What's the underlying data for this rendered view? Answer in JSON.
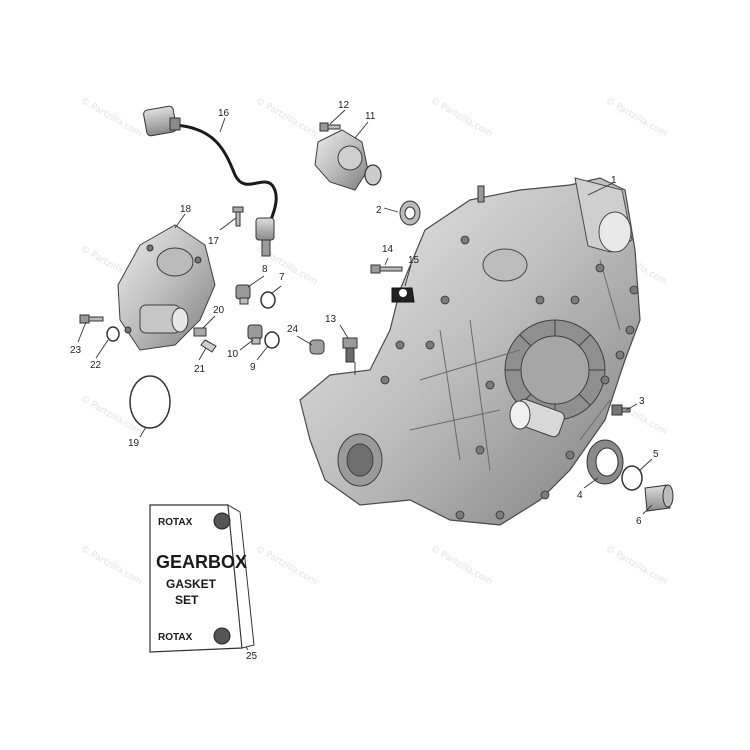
{
  "diagram": {
    "watermark": "© Partzilla.com",
    "callouts": [
      "1",
      "2",
      "3",
      "4",
      "5",
      "6",
      "7",
      "8",
      "9",
      "10",
      "11",
      "12",
      "13",
      "14",
      "15",
      "16",
      "17",
      "18",
      "19",
      "20",
      "21",
      "22",
      "23",
      "24",
      "25"
    ]
  },
  "gasket_card": {
    "brand_top": "ROTAX",
    "line1": "GEARBOX",
    "line2": "GASKET",
    "line3": "SET",
    "brand_bottom": "ROTAX"
  },
  "colors": {
    "metal_light": "#d6d6d6",
    "metal_mid": "#9e9e9e",
    "metal_dark": "#5a5a5a",
    "leader": "#333333"
  }
}
